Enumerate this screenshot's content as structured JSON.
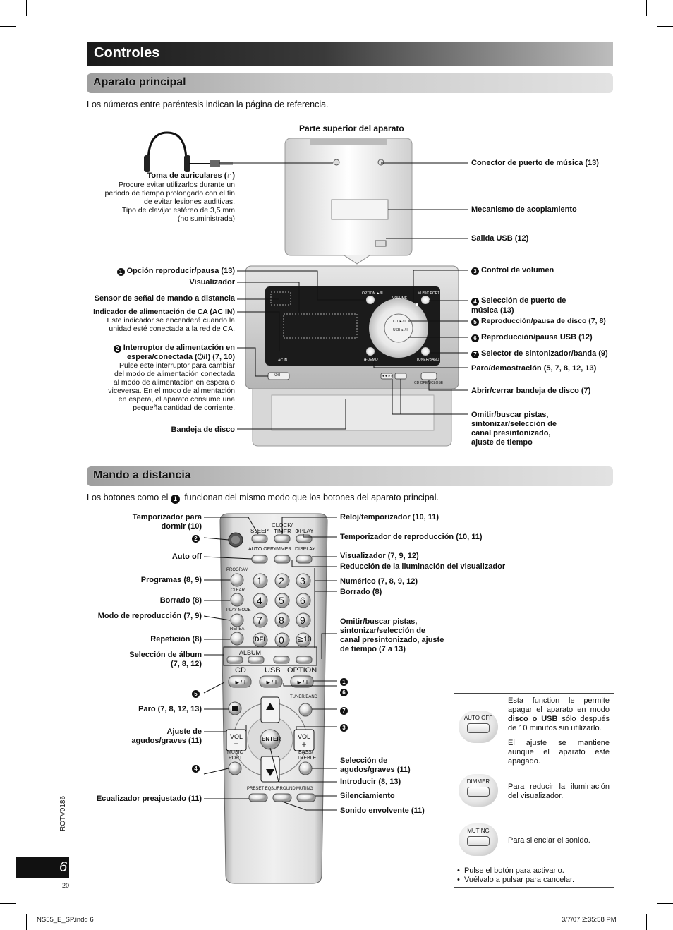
{
  "page": {
    "banner_title": "Controles",
    "page_number": "6",
    "page_code": "RQTV0186",
    "small_number": "20",
    "footer_file": "NS55_E_SP.indd   6",
    "footer_date": "3/7/07   2:35:58 PM"
  },
  "main_unit": {
    "section_title": "Aparato principal",
    "intro": "Los números entre paréntesis indican la página de referencia.",
    "top_heading": "Parte superior del aparato",
    "headphone_title": "Toma de auriculares (∩)",
    "headphone_desc": [
      "Procure evitar utilizarlos durante un",
      "periodo de tiempo prolongado con el fin",
      "de evitar lesiones auditivas.",
      "Tipo de clavija: estéreo de 3,5 mm",
      "(no suministrada)"
    ],
    "left_labels": {
      "play_option": "Opción reproducir/pausa (13)",
      "display": "Visualizador",
      "sensor": "Sensor de señal de mando a distancia",
      "ac_in_title": "Indicador de alimentación de CA (AC IN)",
      "ac_in_desc": [
        "Este indicador se encenderá cuando la",
        "unidad esté conectada a la red de CA."
      ],
      "power_title_1": "Interruptor de alimentación en",
      "power_title_2": "espera/conectada (⏻/I) (7, 10)",
      "power_desc": [
        "Pulse este interruptor para cambiar",
        "del modo de alimentación conectada",
        "al modo de alimentación en espera o",
        "viceversa. En el modo de alimentación",
        "en espera, el aparato consume una",
        "pequeña cantidad de corriente."
      ],
      "tray": "Bandeja de disco"
    },
    "right_labels": {
      "music_port_connector": "Conector de puerto de música (13)",
      "docking": "Mecanismo de acoplamiento",
      "usb_out": "Salida USB (12)",
      "volume": "Control de volumen",
      "music_port_select_1": "Selección de puerto de",
      "music_port_select_2": "música (13)",
      "disc_play": "Reproducción/pausa de disco (7, 8)",
      "usb_play": "Reproducción/pausa USB (12)",
      "tuner_select": "Selector de sintonizador/banda (9)",
      "stop_demo": "Paro/demostración (5, 7, 8, 12, 13)",
      "open_close": "Abrir/cerrar bandeja de disco (7)",
      "skip": [
        "Omitir/buscar pistas,",
        "sintonizar/selección de",
        "canal presintonizado,",
        "ajuste de tiempo"
      ]
    },
    "callout_numbers": {
      "one": "1",
      "two": "2",
      "three": "3",
      "four": "4",
      "five": "5",
      "six": "6",
      "seven": "7"
    },
    "device_text": {
      "option": "OPTION ►/II",
      "volume": "VOLUME",
      "music_port": "MUSIC PORT",
      "cd": "CD ►/II",
      "usb": "USB ►/II",
      "stop": "■-DEMO",
      "tuner": "TUNER/BAND",
      "ac_in": "AC IN",
      "power": "⏻/I",
      "cd_open": "CD OPEN/CLOSE",
      "skip_btns": "◄◄  ►►"
    }
  },
  "remote": {
    "section_title": "Mando a distancia",
    "intro_before": "Los botones como el",
    "intro_num": "1",
    "intro_after": "funcionan del mismo modo que los botones del aparato principal.",
    "left_labels": {
      "sleep_1": "Temporizador para",
      "sleep_2": "dormir (10)",
      "auto_off": "Auto off",
      "program": "Programas (8, 9)",
      "clear": "Borrado (8)",
      "play_mode": "Modo de reproducción  (7, 9)",
      "repeat": "Repetición (8)",
      "album_1": "Selección de álbum",
      "album_2": "(7, 8, 12)",
      "stop": "Paro (7, 8, 12, 13)",
      "tone_1": "Ajuste de",
      "tone_2": "agudos/graves (11)",
      "preset_eq": "Ecualizador preajustado (11)"
    },
    "right_labels": {
      "clock": "Reloj/temporizador (10, 11)",
      "play_timer": "Temporizador de reproducción (10, 11)",
      "display": "Visualizador (7, 9, 12)",
      "dimmer": "Reducción de la iluminación del visualizador",
      "numeric": "Numérico (7, 8, 9, 12)",
      "delete": "Borrado (8)",
      "skip": [
        "Omitir/buscar pistas,",
        "sintonizar/selección de",
        "canal presintonizado, ajuste",
        "de tiempo (7 a 13)"
      ],
      "bass_treble_1": "Selección de",
      "bass_treble_2": "agudos/graves (11)",
      "enter": "Introducir (8, 13)",
      "muting": "Silenciamiento",
      "surround": "Sonido envolvente (11)"
    },
    "keys": {
      "sleep": "SLEEP",
      "clock": "CLOCK/",
      "timer": "TIMER",
      "play": "⊕PLAY",
      "auto_off": "AUTO OFF",
      "dimmer": "DIMMER",
      "display": "DISPLAY",
      "program": "PROGRAM",
      "clear": "CLEAR",
      "play_mode": "PLAY MODE",
      "repeat": "REPEAT",
      "album": "ALBUM",
      "cd": "CD",
      "usb": "USB",
      "option": "OPTION",
      "tuner_band": "TUNER/BAND",
      "vol": "VOL",
      "enter": "ENTER",
      "music": "MUSIC",
      "port": "PORT",
      "bass": "BASS/",
      "treble": "TREBLE",
      "preset_eq": "PRESET EQ",
      "surround": "SURROUND",
      "muting": "MUTING",
      "del": "DEL",
      "ten": "≧10",
      "digits": [
        "1",
        "2",
        "3",
        "4",
        "5",
        "6",
        "7",
        "8",
        "9",
        "0"
      ]
    }
  },
  "info_box": {
    "auto_off_key": "AUTO OFF",
    "auto_off_p1_a": "Esta function le permite apagar el aparato en modo",
    "auto_off_p1_b": "disco o USB",
    "auto_off_p1_c": "sólo después de 10 minutos sin utilizarlo.",
    "auto_off_p2": "El ajuste se mantiene aunque el aparato esté apagado.",
    "dimmer_key": "DIMMER",
    "dimmer_text": "Para reducir la iluminación del visualizador.",
    "muting_key": "MUTING",
    "muting_text": "Para silenciar el sonido.",
    "bullets": [
      "Pulse el botón para activarlo.",
      "Vuélvalo a pulsar para cancelar."
    ]
  }
}
